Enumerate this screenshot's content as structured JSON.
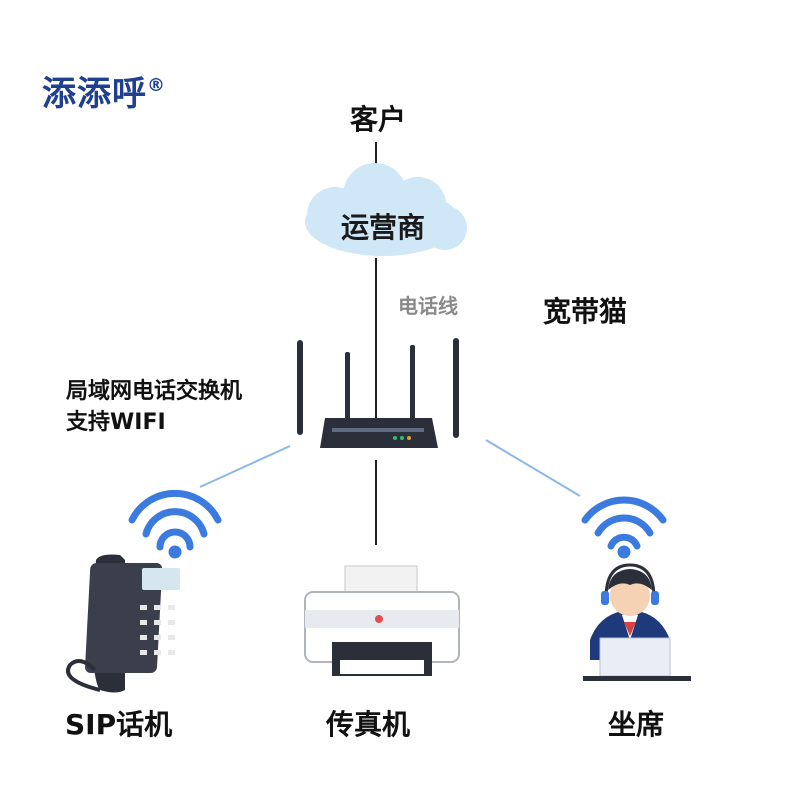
{
  "brand": {
    "name": "添添呼",
    "mark": "®"
  },
  "network": {
    "customer_label": "客户",
    "carrier_label": "运营商",
    "phone_line_label": "电话线",
    "modem_label": "宽带猫",
    "pbx_label_line1": "局域网电话交换机",
    "pbx_label_line2": "支持WIFI"
  },
  "endpoints": [
    {
      "label": "SIP话机"
    },
    {
      "label": "传真机"
    },
    {
      "label": "坐席"
    }
  ],
  "colors": {
    "brand": "#1f3f8f",
    "cloud": "#cfe7f7",
    "wifi": "#3b7be0",
    "link": "#8ab8ea",
    "wire": "#222222",
    "router": "#2b2f3a"
  },
  "icons": [
    "cloud-icon",
    "router-icon",
    "wifi-icon",
    "sip-phone-icon",
    "fax-printer-icon",
    "agent-headset-icon"
  ]
}
